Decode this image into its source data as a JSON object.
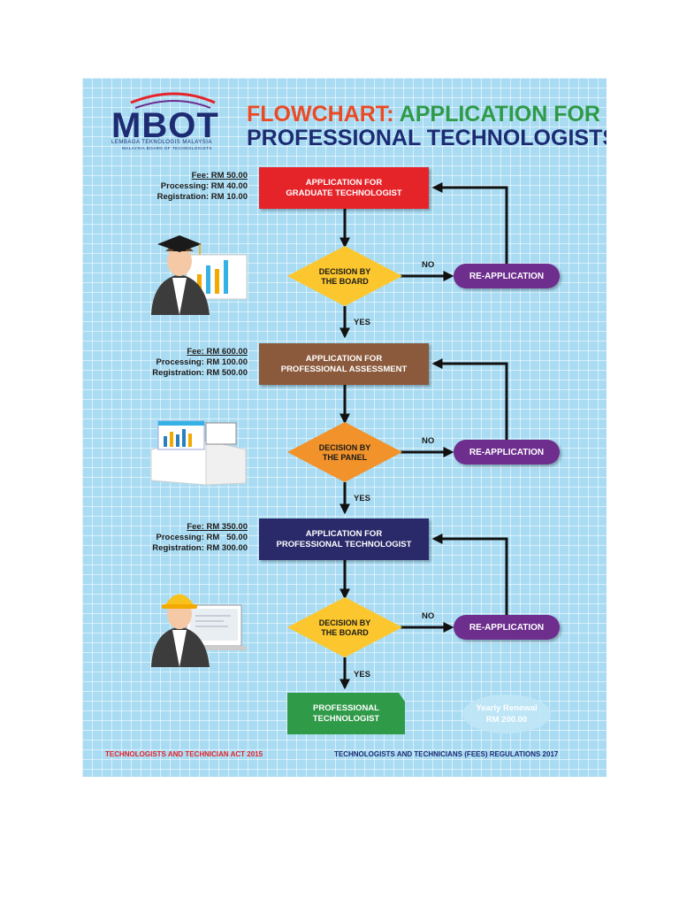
{
  "logo": {
    "text": "MBOT",
    "subtitle": "LEMBAGA TEKNOLOGIS MALAYSIA",
    "subtitle2": "MALAYSIA BOARD OF TECHNOLOGISTS"
  },
  "title": {
    "part1": "FLOWCHART:",
    "part2": "APPLICATION FOR",
    "line2": "PROFESSIONAL TECHNOLOGISTS"
  },
  "colors": {
    "red": "#e5242a",
    "brown": "#8b5a3c",
    "navy": "#2a2a6a",
    "yellow": "#fcc72e",
    "orange": "#f2922b",
    "purple": "#6d2e8e",
    "green": "#2f9a48"
  },
  "steps": [
    {
      "fees": {
        "fee": "Fee: RM 50.00",
        "processing": "Processing: RM 40.00",
        "registration": "Registration: RM 10.00"
      },
      "box": {
        "line1": "APPLICATION FOR",
        "line2": "GRADUATE TECHNOLOGIST"
      },
      "decision": {
        "line1": "DECISION BY",
        "line2": "THE BOARD"
      },
      "no": "NO",
      "yes": "YES",
      "reapply": "RE-APPLICATION",
      "illustration": "graduate-illustration"
    },
    {
      "fees": {
        "fee": "Fee: RM 600.00",
        "processing": "Processing: RM 100.00",
        "registration": "Registration: RM 500.00"
      },
      "box": {
        "line1": "APPLICATION FOR",
        "line2": "PROFESSIONAL ASSESSMENT"
      },
      "decision": {
        "line1": "DECISION BY",
        "line2": "THE PANEL"
      },
      "no": "NO",
      "yes": "YES",
      "reapply": "RE-APPLICATION",
      "illustration": "documents-illustration"
    },
    {
      "fees": {
        "fee": "Fee: RM 350.00",
        "processing": "Processing: RM   50.00",
        "registration": "Registration: RM 300.00"
      },
      "box": {
        "line1": "APPLICATION FOR",
        "line2": "PROFESSIONAL TECHNOLOGIST"
      },
      "decision": {
        "line1": "DECISION BY",
        "line2": "THE BOARD"
      },
      "no": "NO",
      "yes": "YES",
      "reapply": "RE-APPLICATION",
      "illustration": "engineer-illustration"
    }
  ],
  "final": {
    "line1": "PROFESSIONAL",
    "line2": "TECHNOLOGIST"
  },
  "renewal": {
    "line1": "Yearly Renewal",
    "line2": "RM 200.00"
  },
  "footer": {
    "left": "TECHNOLOGISTS AND TECHNICIAN ACT 2015",
    "right": "TECHNOLOGISTS AND TECHNICIANS (FEES) REGULATIONS 2017"
  }
}
